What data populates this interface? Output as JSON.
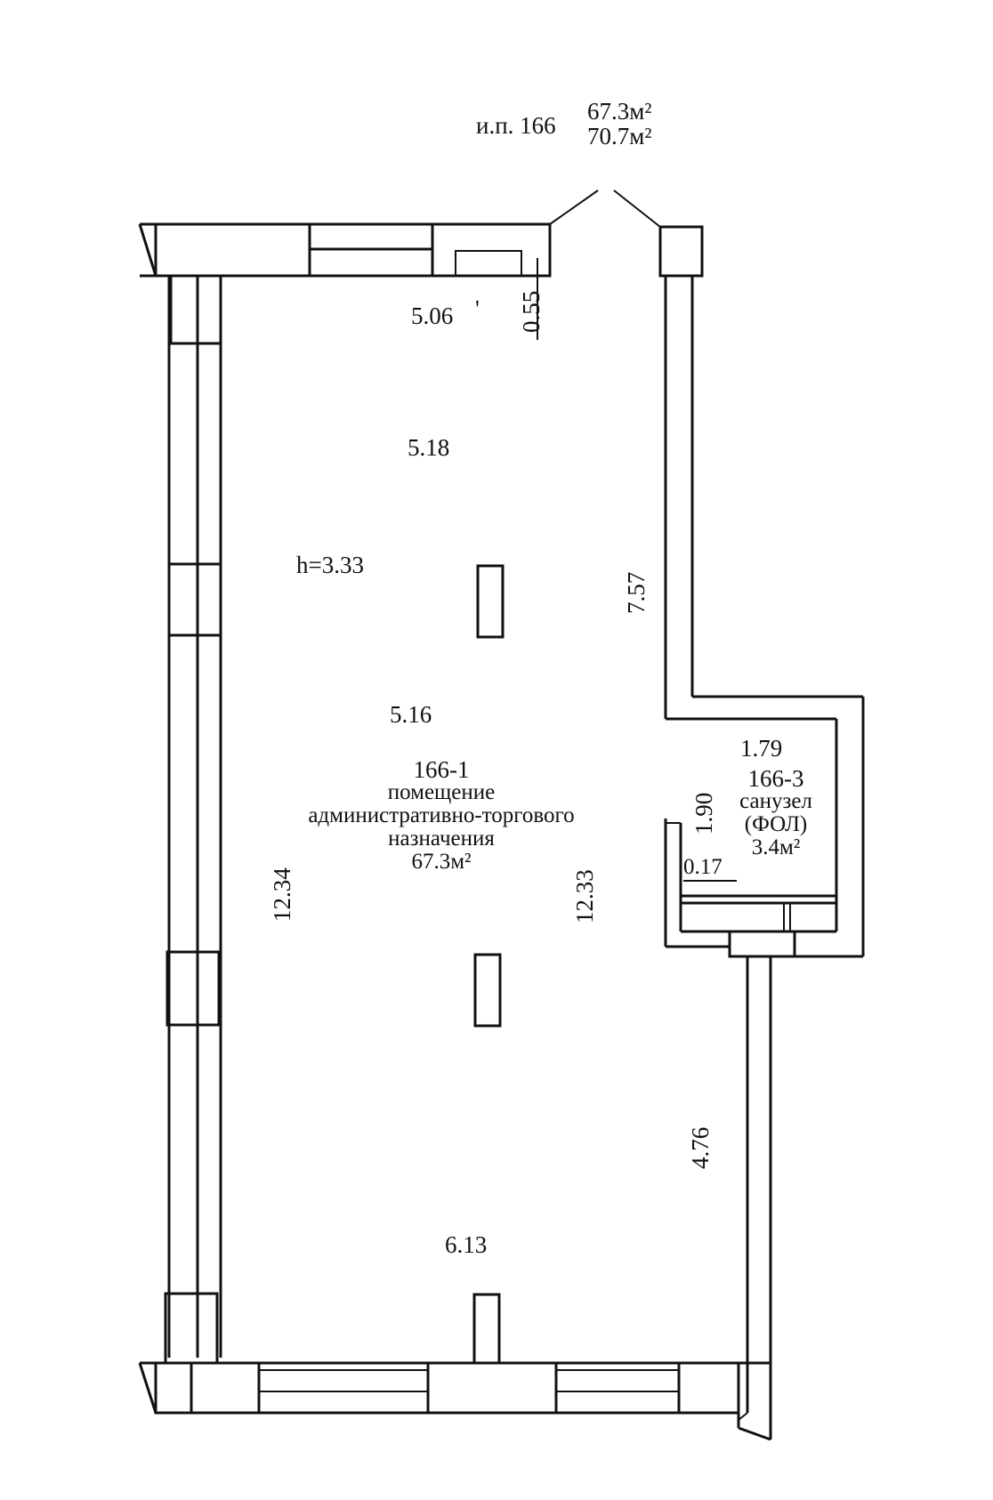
{
  "header": {
    "unit_label": "и.п. 166",
    "area_main": "67.3м²",
    "area_total": "70.7м²"
  },
  "dimensions": {
    "top_width": "5.06",
    "top_mark": "'",
    "niche_depth": "0.55",
    "width_upper": "5.18",
    "ceiling_height": "h=3.33",
    "right_wall_upper": "7.57",
    "width_middle": "5.16",
    "left_wall": "12.34",
    "right_wall_lower": "12.33",
    "right_wall_bottom": "4.76",
    "width_bottom": "6.13"
  },
  "rooms": {
    "main": {
      "number": "166-1",
      "line1": "помещение",
      "line2": "административно-торгового",
      "line3": "назначения",
      "area": "67.3м²"
    },
    "wc": {
      "width": "1.79",
      "number": "166-3",
      "name": "санузел",
      "note": "(ФОЛ)",
      "area": "3.4м²",
      "height": "1.90",
      "wall": "0.17"
    }
  }
}
